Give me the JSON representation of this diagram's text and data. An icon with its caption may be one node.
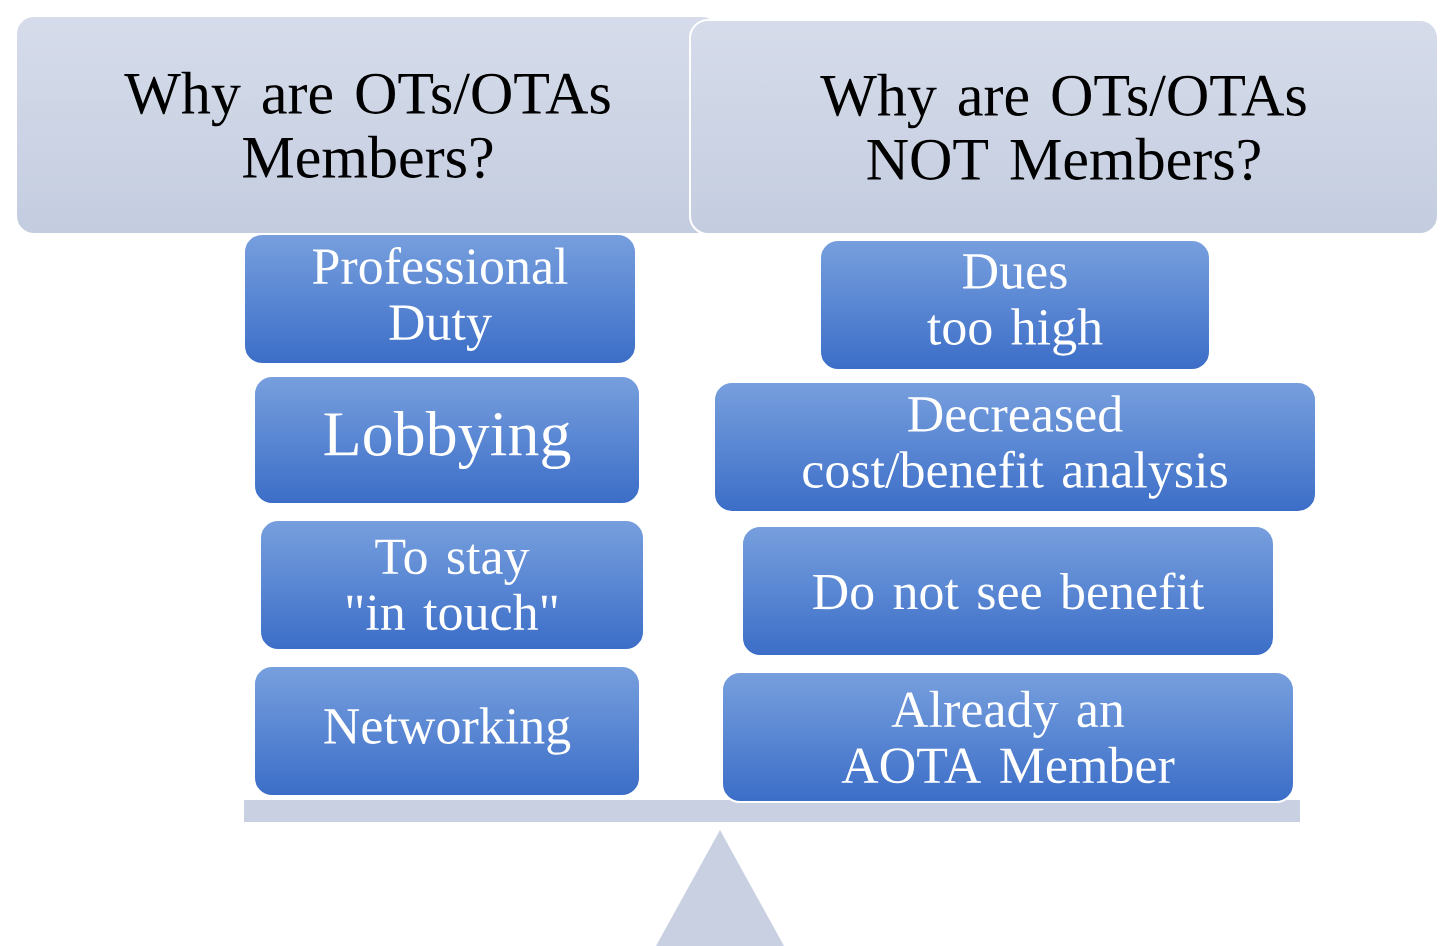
{
  "diagram": {
    "nodes": [
      {
        "text": [
          "Why are OTs/OTAs Members?"
        ]
      },
      {
        "text": [
          "Why are OTs/OTAs NOT Members?"
        ]
      },
      {
        "text": [
          "Professional Duty"
        ]
      },
      {
        "text": [
          "Lobbying"
        ]
      },
      {
        "text": [
          "To stay \"in touch\""
        ]
      },
      {
        "text": [
          "Networking"
        ]
      },
      {
        "text": [
          "Dues too high"
        ]
      },
      {
        "text": [
          "Decreased cost/benefit analysis"
        ]
      },
      {
        "text": [
          "Do not see benefit"
        ]
      },
      {
        "text": [
          "Already an AOTA Member"
        ]
      }
    ]
  }
}
